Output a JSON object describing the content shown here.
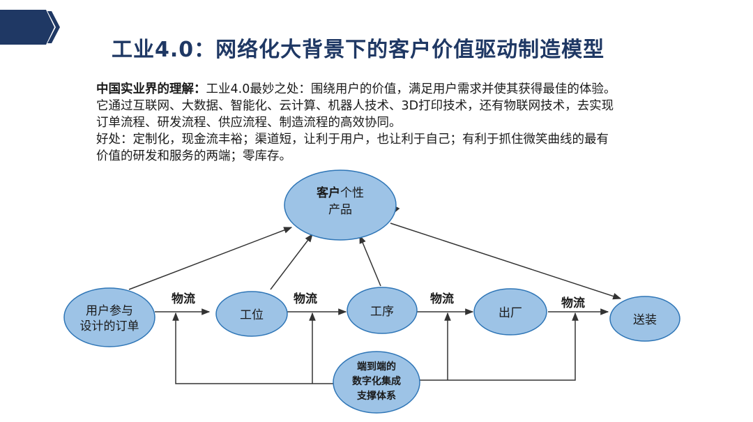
{
  "title": "工业4.0：网络化大背景下的客户价值驱动制造模型",
  "paragraph": {
    "lead": "中国实业界的理解：",
    "line1": "工业4.0最妙之处：围绕用户的价值，满足用户需求并使其获得最佳的体验。",
    "line2": "它通过互联网、大数据、智能化、云计算、机器人技术、3D打印技术，还有物联网技术，去实现",
    "line3": "订单流程、研发流程、供应流程、制造流程的高效协同。",
    "line4": "好处：定制化，现金流丰裕；渠道短，让利于用户，也让利于自己；有利于抓住微笑曲线的最有",
    "line5": "价值的研发和服务的两端；零库存。"
  },
  "diagram": {
    "top_node": {
      "bold": "客户",
      "rest": "个性",
      "line2": "产品"
    },
    "order_node": {
      "line1": "用户参与",
      "line2": "设计的订单"
    },
    "station_node": "工位",
    "process_node": "工序",
    "exit_node": "出厂",
    "delivery_node": "送装",
    "flow_label": "物流",
    "support_node": {
      "line1": "端到端的",
      "line2": "数字化集成",
      "line3": "支撑体系"
    }
  },
  "colors": {
    "title": "#1f3864",
    "node_fill": "#9dc3e6",
    "node_stroke": "#2e75b6",
    "tab_fill": "#1f3864",
    "line": "#333333"
  }
}
